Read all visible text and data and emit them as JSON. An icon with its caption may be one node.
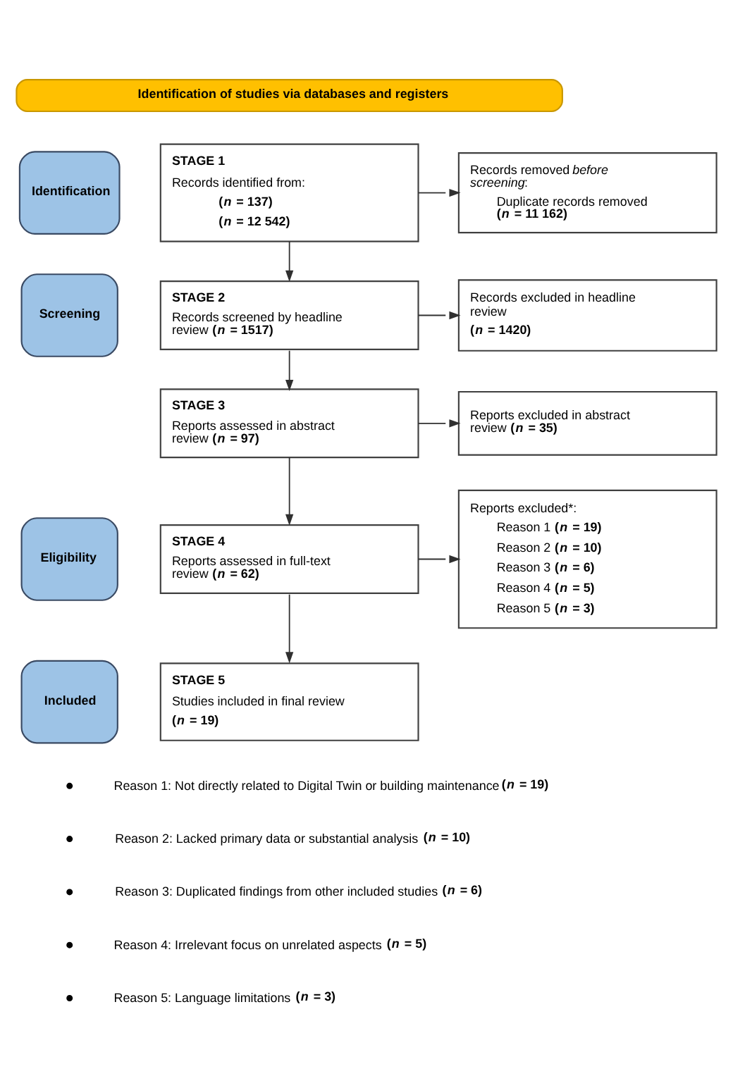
{
  "diagram": {
    "nodes": [
      {
        "text": [
          "Identification of studies via databases and registers"
        ]
      },
      {
        "text": [
          "Identification"
        ]
      },
      {
        "text": [
          "STAGE 1",
          "Records identified from:",
          "(*n* = 137)",
          "(*n* = 12 542)"
        ]
      },
      {
        "text": [
          "Records removed *before screening*:",
          "Duplicate records removed **(*n* = 11 162)**"
        ]
      },
      {
        "text": [
          "Screening"
        ]
      },
      {
        "text": [
          "STAGE 2",
          "Records screened by headline review **(*n* = 1517)**"
        ]
      },
      {
        "text": [
          "Records excluded in headline review",
          "(*n* = 1420)"
        ]
      },
      {
        "text": [
          "STAGE 3",
          "Reports assessed in abstract review **(*n* = 97)**"
        ]
      },
      {
        "text": [
          "Reports excluded in abstract review **(*n* = 35)**"
        ]
      },
      {
        "text": [
          "Eligibility"
        ]
      },
      {
        "text": [
          "STAGE 4",
          "Reports assessed in full-text review **(*n* = 62)**"
        ]
      },
      {
        "text": [
          "Reports excluded*:",
          "Reason 1 **(*n* = 19)**",
          "Reason 2 **(*n* = 10)**",
          "Reason 3 **(*n* = 6)**",
          "Reason 4 **(*n* = 5)**",
          "Reason 5 **(*n* = 3)**"
        ]
      },
      {
        "text": [
          "Included"
        ]
      },
      {
        "text": [
          "STAGE 5",
          "Studies included in final review",
          "(*n* = 19)"
        ]
      }
    ],
    "edges": [
      {
        "from": 2,
        "to": 3,
        "arrow": "to"
      },
      {
        "from": 2,
        "to": 5,
        "arrow": "to"
      },
      {
        "from": 5,
        "to": 6,
        "arrow": "to"
      },
      {
        "from": 5,
        "to": 7,
        "arrow": "to"
      },
      {
        "from": 7,
        "to": 8,
        "arrow": "to"
      },
      {
        "from": 7,
        "to": 10,
        "arrow": "to"
      },
      {
        "from": 10,
        "to": 11,
        "arrow": "to"
      },
      {
        "from": 10,
        "to": 13,
        "arrow": "to"
      }
    ],
    "labels": [
      "Reason 1: Not directly related to Digital Twin or building maintenance **(*n* = 19)**",
      "Reason 2: Lacked primary data or substantial analysis **(*n* = 10)**",
      "Reason 3: Duplicated findings from other included studies **(*n* = 6)**",
      "Reason 4: Irrelevant focus on unrelated aspects **(*n* = 5)**",
      "Reason 5: Language limitations **(*n* = 3)**"
    ]
  }
}
